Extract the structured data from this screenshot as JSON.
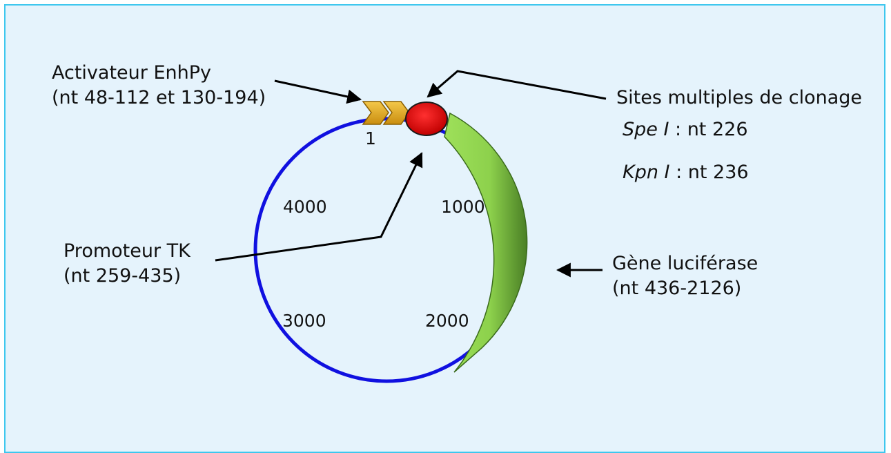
{
  "labels": {
    "activator": {
      "line1": "Activateur EnhPy",
      "line2": "(nt 48-112 et 130-194)"
    },
    "mcs": {
      "title": "Sites multiples de clonage",
      "spe_enzyme": "Spe I",
      "spe_pos": " : nt 226",
      "kpn_enzyme": "Kpn I",
      "kpn_pos": " : nt 236"
    },
    "promoter": {
      "line1": "Promoteur TK",
      "line2": "(nt 259-435)"
    },
    "luciferase": {
      "line1": "Gène luciférase",
      "line2": "(nt 436-2126)"
    }
  },
  "map_ticks": [
    "1",
    "1000",
    "2000",
    "3000",
    "4000"
  ],
  "colors": {
    "background": "#e5f3fc",
    "border": "#3ec7ee",
    "backbone": "#1010e0",
    "enhancer": "#e0a818",
    "mcs": "#e01010",
    "luciferase_light": "#9ee05a",
    "luciferase_dark": "#4a8a28"
  }
}
